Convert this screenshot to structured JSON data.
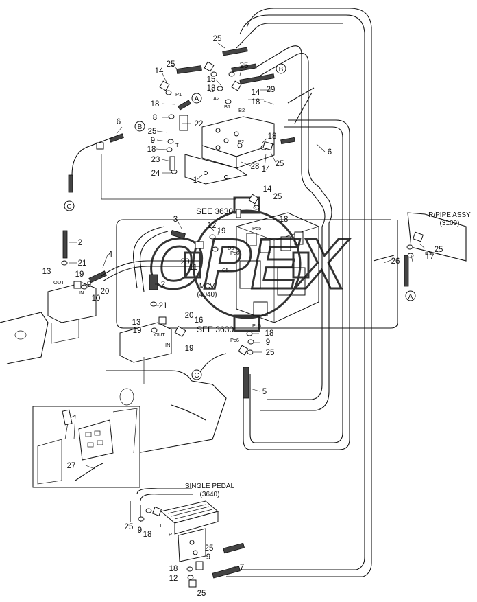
{
  "diagram": {
    "part_numbers": [
      "1",
      "2",
      "3",
      "4",
      "5",
      "6",
      "7",
      "8",
      "9",
      "10",
      "11",
      "12",
      "13",
      "14",
      "15",
      "16",
      "17",
      "18",
      "19",
      "20",
      "21",
      "22",
      "23",
      "24",
      "25",
      "26",
      "27",
      "28",
      "29"
    ],
    "callouts": {
      "A": "A",
      "B": "B",
      "C": "C"
    },
    "references": {
      "see_top": "SEE 3630",
      "see_bottom": "SEE 3630",
      "mcv_name": "MCV",
      "mcv_ref": "(4040)",
      "rpipe_name": "R/PIPE ASSY",
      "rpipe_ref": "(3100)",
      "pedal_name": "SINGLE PEDAL",
      "pedal_ref": "(3640)"
    },
    "port_labels": {
      "p1": "P1",
      "a1": "A1",
      "a2": "A2",
      "b1": "B1",
      "b2": "B2",
      "p2": "P2",
      "t": "T",
      "pd5": "Pd5",
      "pd6": "Pd6",
      "c5": "C5",
      "d5": "D5",
      "pc5": "Pc5",
      "pc6": "Pc6",
      "r3": "R3",
      "out1": "OUT",
      "in1": "IN",
      "out2": "OUT",
      "in2": "IN",
      "p": "P",
      "t2": "T"
    },
    "watermark": "OPEX",
    "colors": {
      "line": "#111111",
      "background": "#ffffff",
      "watermark": "#000000"
    }
  }
}
